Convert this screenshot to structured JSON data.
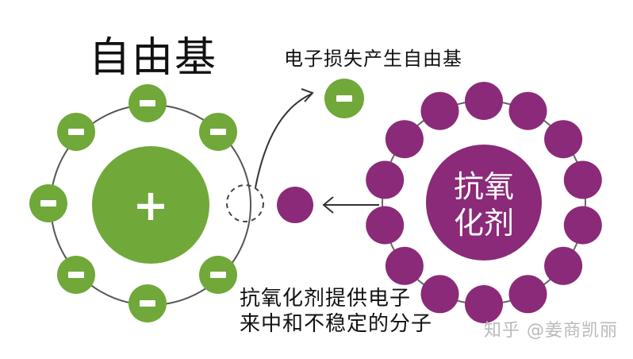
{
  "title": "自由基",
  "top_caption": "电子损失产生自由基",
  "bottom_caption": {
    "line1": "抗氧化剂提供电子",
    "line2": "来中和不稳定的分子"
  },
  "antioxidant_label": {
    "line1": "抗氧",
    "line2": "化剂"
  },
  "nucleus_symbol": "+",
  "electron_symbol": "−",
  "watermark": "知乎 @姜商凯丽",
  "colors": {
    "green": "#70a83a",
    "purple": "#8b2a78",
    "orbit": "#555555",
    "arrow": "#333333"
  }
}
